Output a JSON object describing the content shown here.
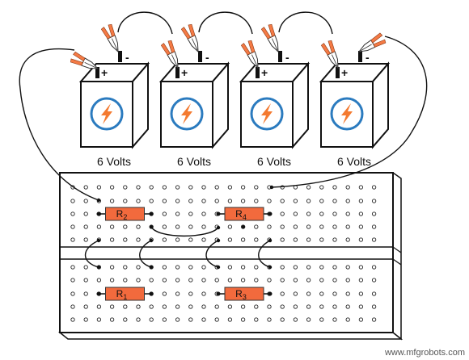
{
  "batteries": [
    {
      "voltage_label": "6 Volts",
      "positive_sign": "+",
      "negative_sign": "-"
    },
    {
      "voltage_label": "6 Volts",
      "positive_sign": "+",
      "negative_sign": "-"
    },
    {
      "voltage_label": "6 Volts",
      "positive_sign": "+",
      "negative_sign": "-"
    },
    {
      "voltage_label": "6 Volts",
      "positive_sign": "+",
      "negative_sign": "-"
    }
  ],
  "resistors": [
    {
      "letter": "R",
      "index": "2"
    },
    {
      "letter": "R",
      "index": "4"
    },
    {
      "letter": "R",
      "index": "1"
    },
    {
      "letter": "R",
      "index": "3"
    }
  ],
  "watermark": "www.mfgrobots.com",
  "colors": {
    "resistor_fill": "#f26a3d",
    "clip_color": "#f47a45",
    "bolt_orange": "#f47a30",
    "bolt_ring": "#2b7bbf",
    "wire": "#111111"
  }
}
